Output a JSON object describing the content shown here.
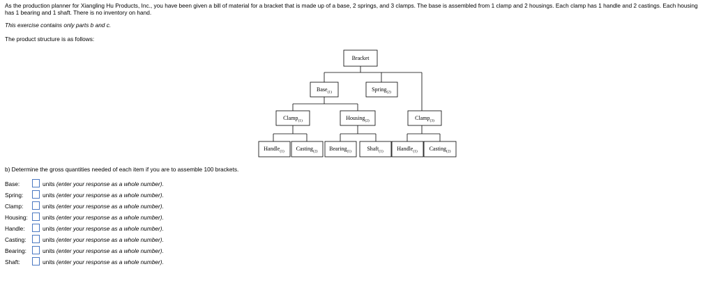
{
  "intro": "As the production planner for Xiangling Hu Products, Inc., you have been given a bill of material for a bracket that is made up of a base, 2 springs, and 3 clamps. The base is assembled from 1 clamp and 2 housings. Each clamp has 1 handle and 2 castings. Each housing has 1 bearing and 1 shaft. There is no inventory on hand.",
  "note": "This exercise contains only parts b and c.",
  "structure_heading": "The product structure is as follows:",
  "tree": {
    "root": {
      "name": "Bracket"
    },
    "level1": [
      {
        "name": "Base",
        "qty": "(1)"
      },
      {
        "name": "Spring",
        "qty": "(2)"
      }
    ],
    "level2": [
      {
        "name": "Clamp",
        "qty": "(1)"
      },
      {
        "name": "Housing",
        "qty": "(2)"
      },
      {
        "name": "Clamp",
        "qty": "(3)"
      }
    ],
    "level3": [
      {
        "name": "Handle",
        "qty": "(1)"
      },
      {
        "name": "Casting",
        "qty": "(2)"
      },
      {
        "name": "Bearing",
        "qty": "(1)"
      },
      {
        "name": "Shaft",
        "qty": "(1)"
      },
      {
        "name": "Handle",
        "qty": "(1)"
      },
      {
        "name": "Casting",
        "qty": "(2)"
      }
    ]
  },
  "question": "b) Determine the gross quantities needed of each item if you are to assemble 100 brackets.",
  "answers": {
    "units_text": "units",
    "hint_text": "(enter your response as a whole number).",
    "items": [
      {
        "label": "Base:",
        "value": ""
      },
      {
        "label": "Spring:",
        "value": ""
      },
      {
        "label": "Clamp:",
        "value": ""
      },
      {
        "label": "Housing:",
        "value": ""
      },
      {
        "label": "Handle:",
        "value": ""
      },
      {
        "label": "Casting:",
        "value": ""
      },
      {
        "label": "Bearing:",
        "value": ""
      },
      {
        "label": "Shaft:",
        "value": ""
      }
    ]
  }
}
